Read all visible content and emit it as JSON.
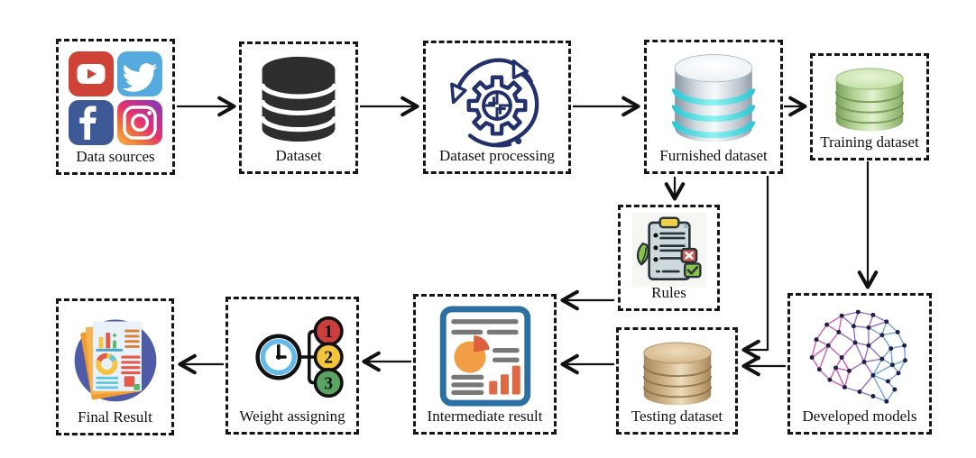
{
  "diagram": {
    "nodes": [
      {
        "id": "data-sources",
        "label": "Data sources",
        "icon": "social-media-grid-icon"
      },
      {
        "id": "dataset",
        "label": "Dataset",
        "icon": "database-black-icon"
      },
      {
        "id": "dataset-processing",
        "label": "Dataset processing",
        "icon": "processing-gear-icon"
      },
      {
        "id": "furnished-dataset",
        "label": "Furnished dataset",
        "icon": "furnished-database-icon"
      },
      {
        "id": "training-dataset",
        "label": "Training dataset",
        "icon": "training-database-icon"
      },
      {
        "id": "rules",
        "label": "Rules",
        "icon": "rules-clipboard-icon"
      },
      {
        "id": "developed-models",
        "label": "Developed models",
        "icon": "brain-network-icon"
      },
      {
        "id": "testing-dataset",
        "label": "Testing dataset",
        "icon": "testing-database-icon"
      },
      {
        "id": "intermediate-result",
        "label": "Intermediate result",
        "icon": "intermediate-report-icon"
      },
      {
        "id": "weight-assigning",
        "label": "Weight assigning",
        "icon": "weight-clock-ranking-icon"
      },
      {
        "id": "final-result",
        "label": "Final Result",
        "icon": "final-result-report-icon"
      }
    ],
    "edges": [
      {
        "from": "data-sources",
        "to": "dataset"
      },
      {
        "from": "dataset",
        "to": "dataset-processing"
      },
      {
        "from": "dataset-processing",
        "to": "furnished-dataset"
      },
      {
        "from": "furnished-dataset",
        "to": "training-dataset"
      },
      {
        "from": "furnished-dataset",
        "to": "rules"
      },
      {
        "from": "furnished-dataset",
        "to": "testing-dataset"
      },
      {
        "from": "training-dataset",
        "to": "developed-models"
      },
      {
        "from": "developed-models",
        "to": "testing-dataset"
      },
      {
        "from": "rules",
        "to": "intermediate-result"
      },
      {
        "from": "testing-dataset",
        "to": "intermediate-result"
      },
      {
        "from": "intermediate-result",
        "to": "weight-assigning"
      },
      {
        "from": "weight-assigning",
        "to": "final-result"
      }
    ],
    "weight_rank_numbers": [
      "1",
      "2",
      "3"
    ],
    "colors": {
      "arrow": "#111111",
      "box_border": "#161616",
      "youtube_red": "#cf4236",
      "twitter_blue": "#55abde",
      "facebook_blue": "#3d5a97",
      "instagram_gradient": [
        "#f7b54a",
        "#ee7a3a",
        "#e3336d",
        "#b93393",
        "#8a3ab9"
      ],
      "dataset_black": "#2e2e2e",
      "processing_navy": "#22306b",
      "furnished_cyan": "#3ddde2",
      "training_green": "#b8d79a",
      "testing_tan": "#cfb288",
      "rules_red_badge": "#cd5a52",
      "rules_green_badge": "#8bc34a",
      "clock_ring_blue": "#63b9e8",
      "rank1_red": "#cc3f3f",
      "rank2_yellow": "#f2c53d",
      "rank3_green": "#5aa564",
      "report_blue_border": "#2b6fa3",
      "report_orange": "#f09d44",
      "final_circle_blue": "#4e5ca8",
      "brain_pink": "#cf5fb4",
      "brain_purple": "#9b6fc4",
      "brain_blue": "#74a3d6"
    }
  }
}
